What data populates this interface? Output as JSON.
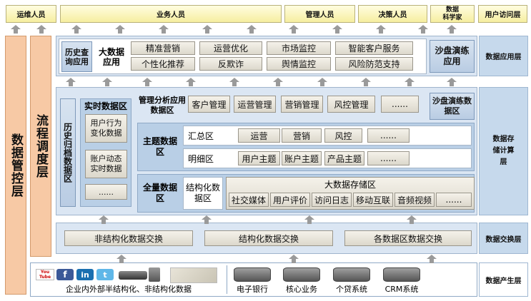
{
  "top_bar": {
    "ops": "运维人员",
    "business": "业务人员",
    "management": "管理人员",
    "decision": "决策人员",
    "scientist": "数据\n科学家",
    "access_layer": "用户访问层"
  },
  "sidebars": {
    "governance": "数据管控层",
    "workflow": "流程调度层"
  },
  "app_layer": {
    "history_query": "历史查询应用",
    "bigdata_app": "大数据应用",
    "apps": [
      "精准营销",
      "运营优化",
      "市场监控",
      "智能客户服务",
      "个性化推荐",
      "反欺诈",
      "舆情监控",
      "风险防范支持"
    ],
    "sandbox": "沙盘演练应用",
    "label": "数据应用层"
  },
  "storage_layer": {
    "history_archive": "历史归档数据区",
    "realtime": "实时数据区",
    "realtime_items": [
      "用户行为变化数据",
      "账户动态实时数据",
      "......"
    ],
    "mgmt_analysis": "管理分析应用数据区",
    "mgmt_items": [
      "客户管理",
      "运营管理",
      "营销管理",
      "风控管理",
      "......"
    ],
    "sandbox": "沙盘演练数据区",
    "theme": "主题数据区",
    "summary": "汇总区",
    "summary_items": [
      "运营",
      "营销",
      "风控",
      "......"
    ],
    "detail": "明细区",
    "detail_items": [
      "用户主题",
      "账户主题",
      "产品主题",
      "......"
    ],
    "full": "全量数据区",
    "structured": "结构化数据区",
    "bigdata_storage": "大数据存储区",
    "storage_items": [
      "社交媒体",
      "用户评价",
      "访问日志",
      "移动互联",
      "音频视频",
      "......"
    ],
    "label": "数据存储计算层"
  },
  "exchange_layer": {
    "items": [
      "非结构化数据交换",
      "结构化数据交换",
      "各数据区数据交换"
    ],
    "label": "数据交换层"
  },
  "production_layer": {
    "social_icons": [
      "You Tube",
      "f",
      "in",
      "t"
    ],
    "external": "企业内外部半结构化、非结构化数据",
    "systems": [
      "电子银行",
      "核心业务",
      "个贷系统",
      "CRM系统"
    ],
    "label": "数据产生层"
  },
  "colors": {
    "yellow": "#f6eea0",
    "layer_label": "#c6d9ec",
    "sidebar": "#f7c9a5",
    "beige": "#dcd8cc",
    "arrow": "#9a9a9a"
  }
}
